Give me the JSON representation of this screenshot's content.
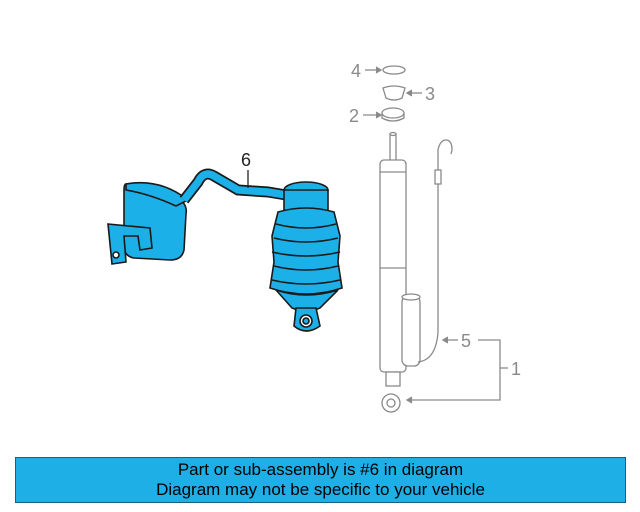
{
  "callouts": {
    "c1": "1",
    "c2": "2",
    "c3": "3",
    "c4": "4",
    "c5": "5",
    "c6": "6"
  },
  "colors": {
    "highlight": "#1cb0e8",
    "outline": "#1a1a1a",
    "gray_line": "#8a8a8a",
    "banner_bg": "#1dafe6"
  },
  "banner": {
    "line1": "Part or sub-assembly is #6 in diagram",
    "line2": "Diagram may not be specific to your vehicle"
  }
}
